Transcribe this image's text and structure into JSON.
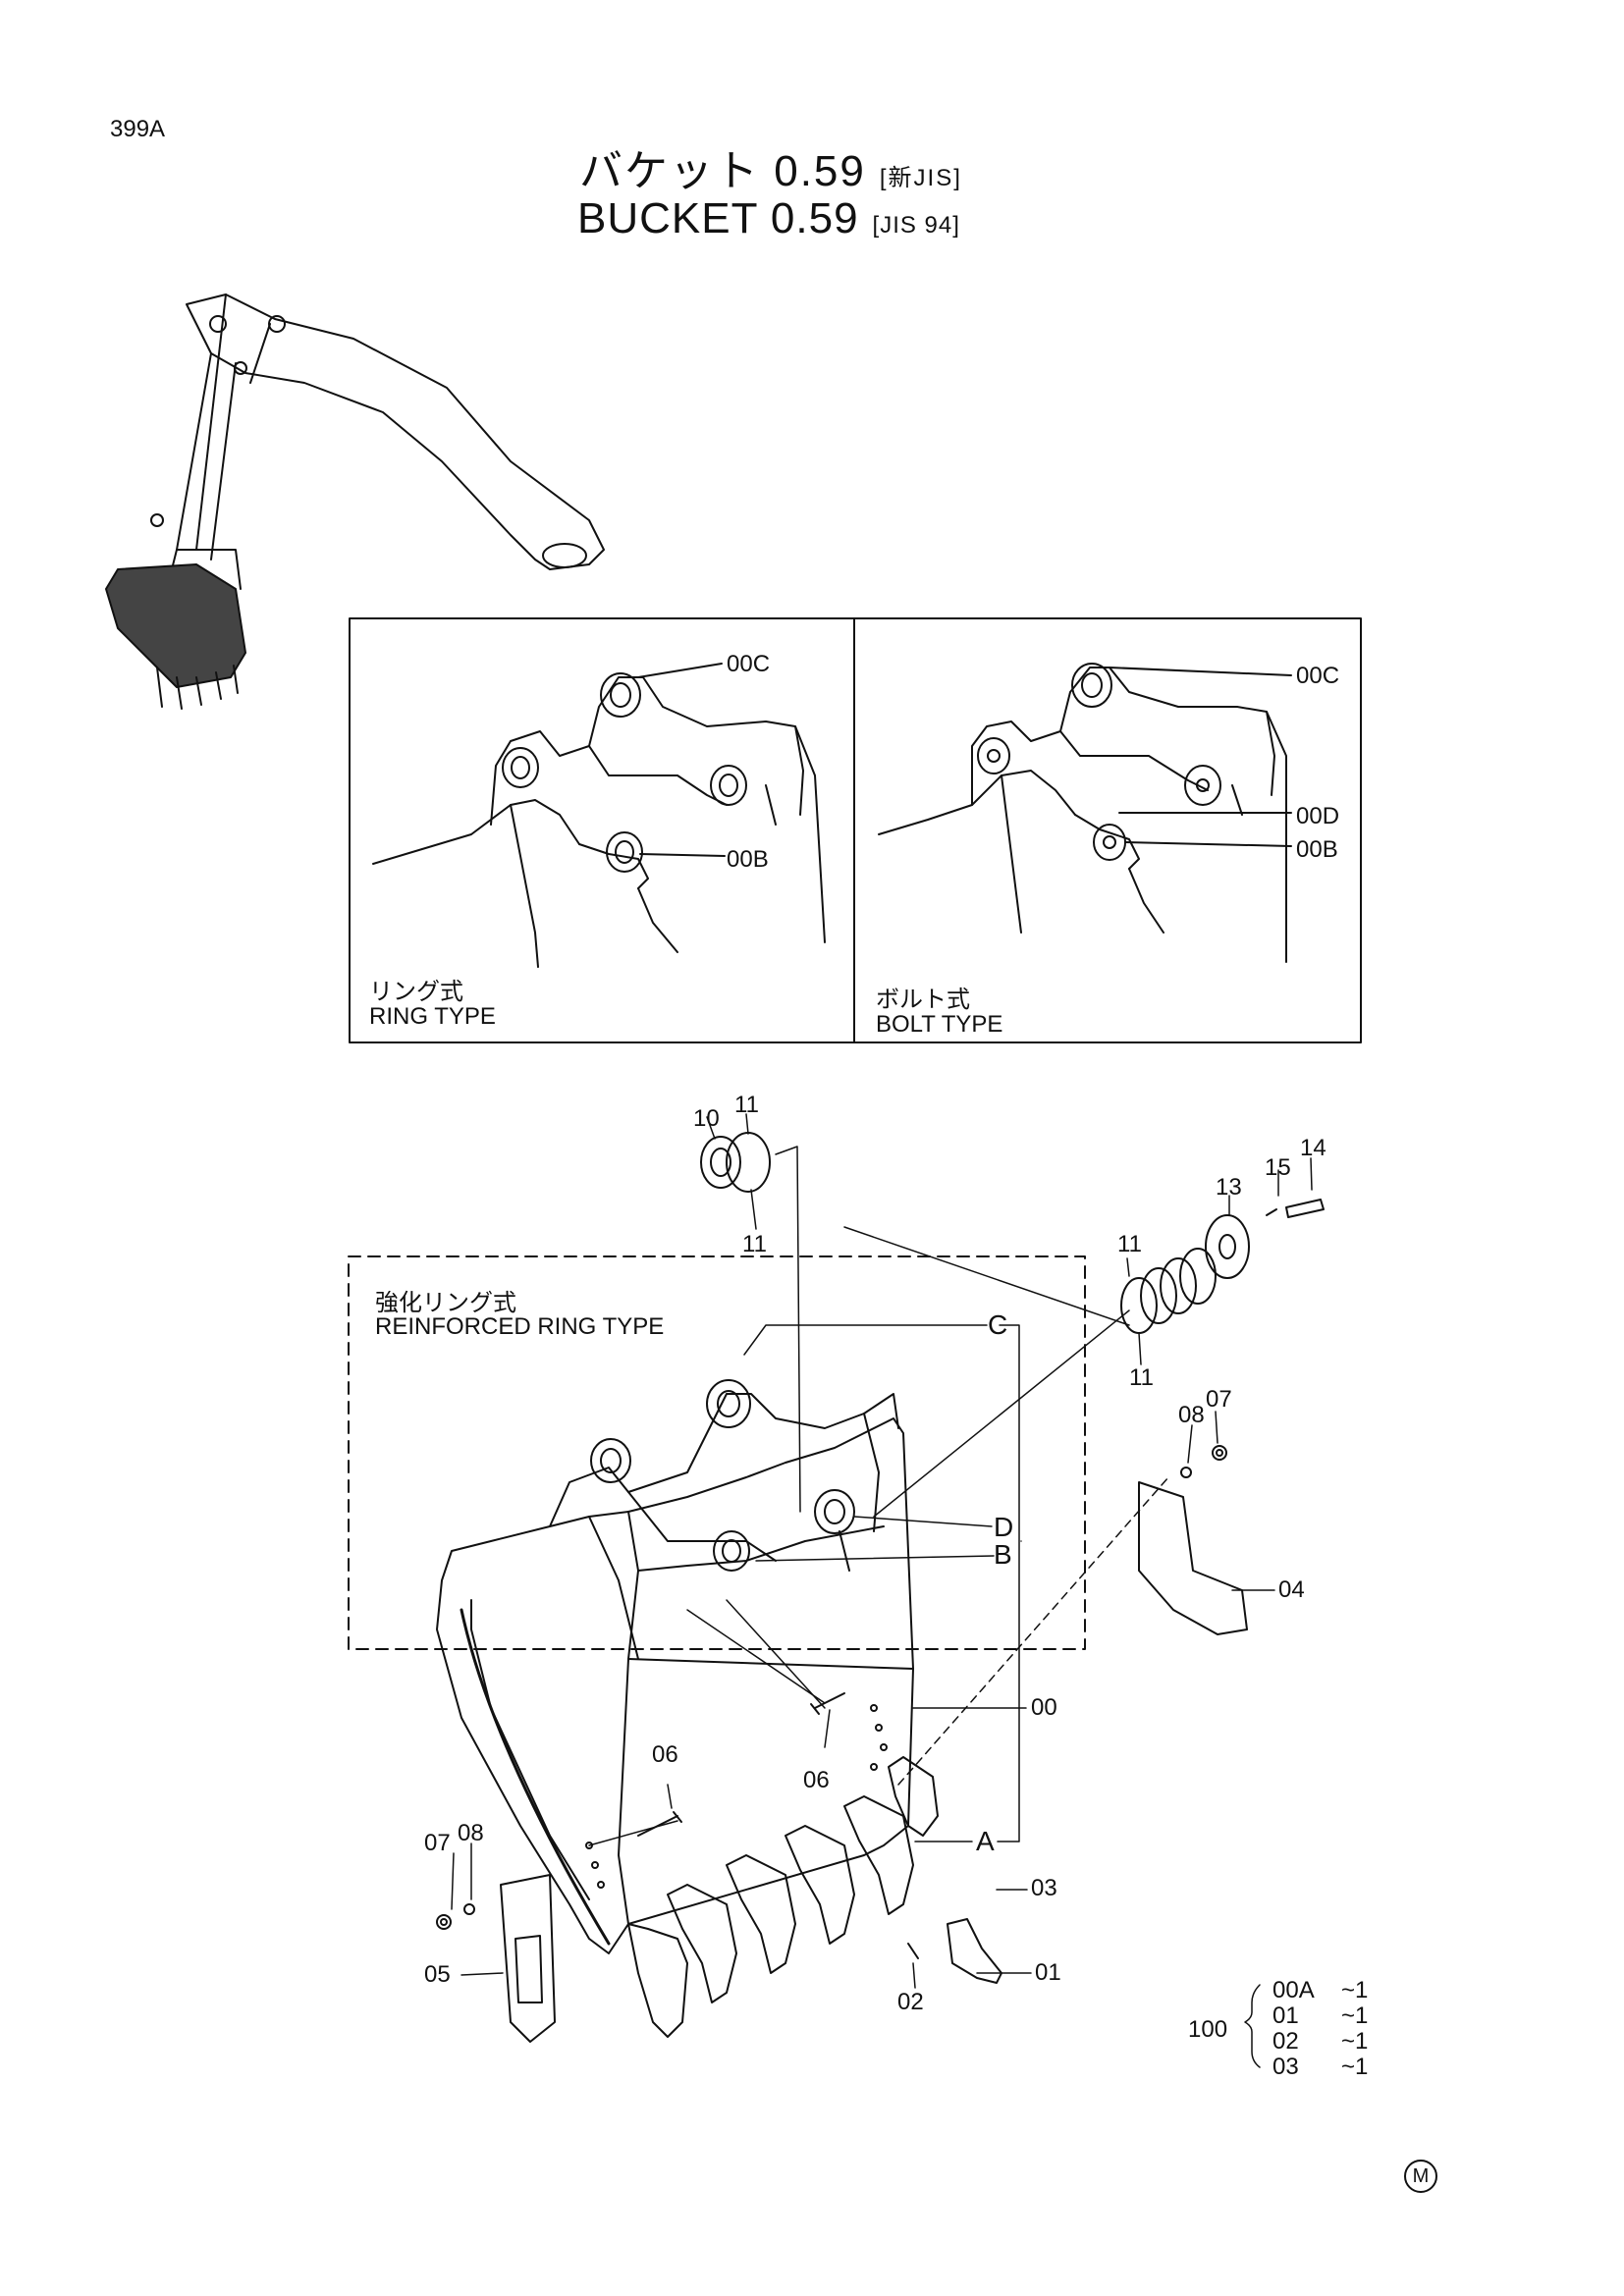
{
  "page_number": "399A",
  "title": {
    "jp": "バケット 0.59",
    "jp_tag": "[新JIS]",
    "en": "BUCKET 0.59",
    "en_tag": "[JIS 94]"
  },
  "insets": {
    "ring": {
      "caption_jp": "リング式",
      "caption_en": "RING TYPE",
      "callouts": [
        "00C",
        "00B"
      ]
    },
    "bolt": {
      "caption_jp": "ボルト式",
      "caption_en": "BOLT TYPE",
      "callouts": [
        "00C",
        "00D",
        "00B"
      ]
    }
  },
  "reinforced": {
    "caption_jp": "強化リング式",
    "caption_en": "REINFORCED RING TYPE"
  },
  "callouts": {
    "c10": "10",
    "c11a": "11",
    "c11b": "11",
    "c11c": "11",
    "c11d": "11",
    "c13": "13",
    "c15": "15",
    "c14": "14",
    "c08r": "08",
    "c07r": "07",
    "C": "C",
    "D": "D",
    "B": "B",
    "A": "A",
    "c04": "04",
    "c00": "00",
    "c06a": "06",
    "c06b": "06",
    "c07l": "07",
    "c08l": "08",
    "c05": "05",
    "c03": "03",
    "c02": "02",
    "c01": "01"
  },
  "kit": {
    "number": "100",
    "items": [
      {
        "part": "00A",
        "qty": "~1"
      },
      {
        "part": "01",
        "qty": "~1"
      },
      {
        "part": "02",
        "qty": "~1"
      },
      {
        "part": "03",
        "qty": "~1"
      }
    ]
  },
  "mark": "M"
}
